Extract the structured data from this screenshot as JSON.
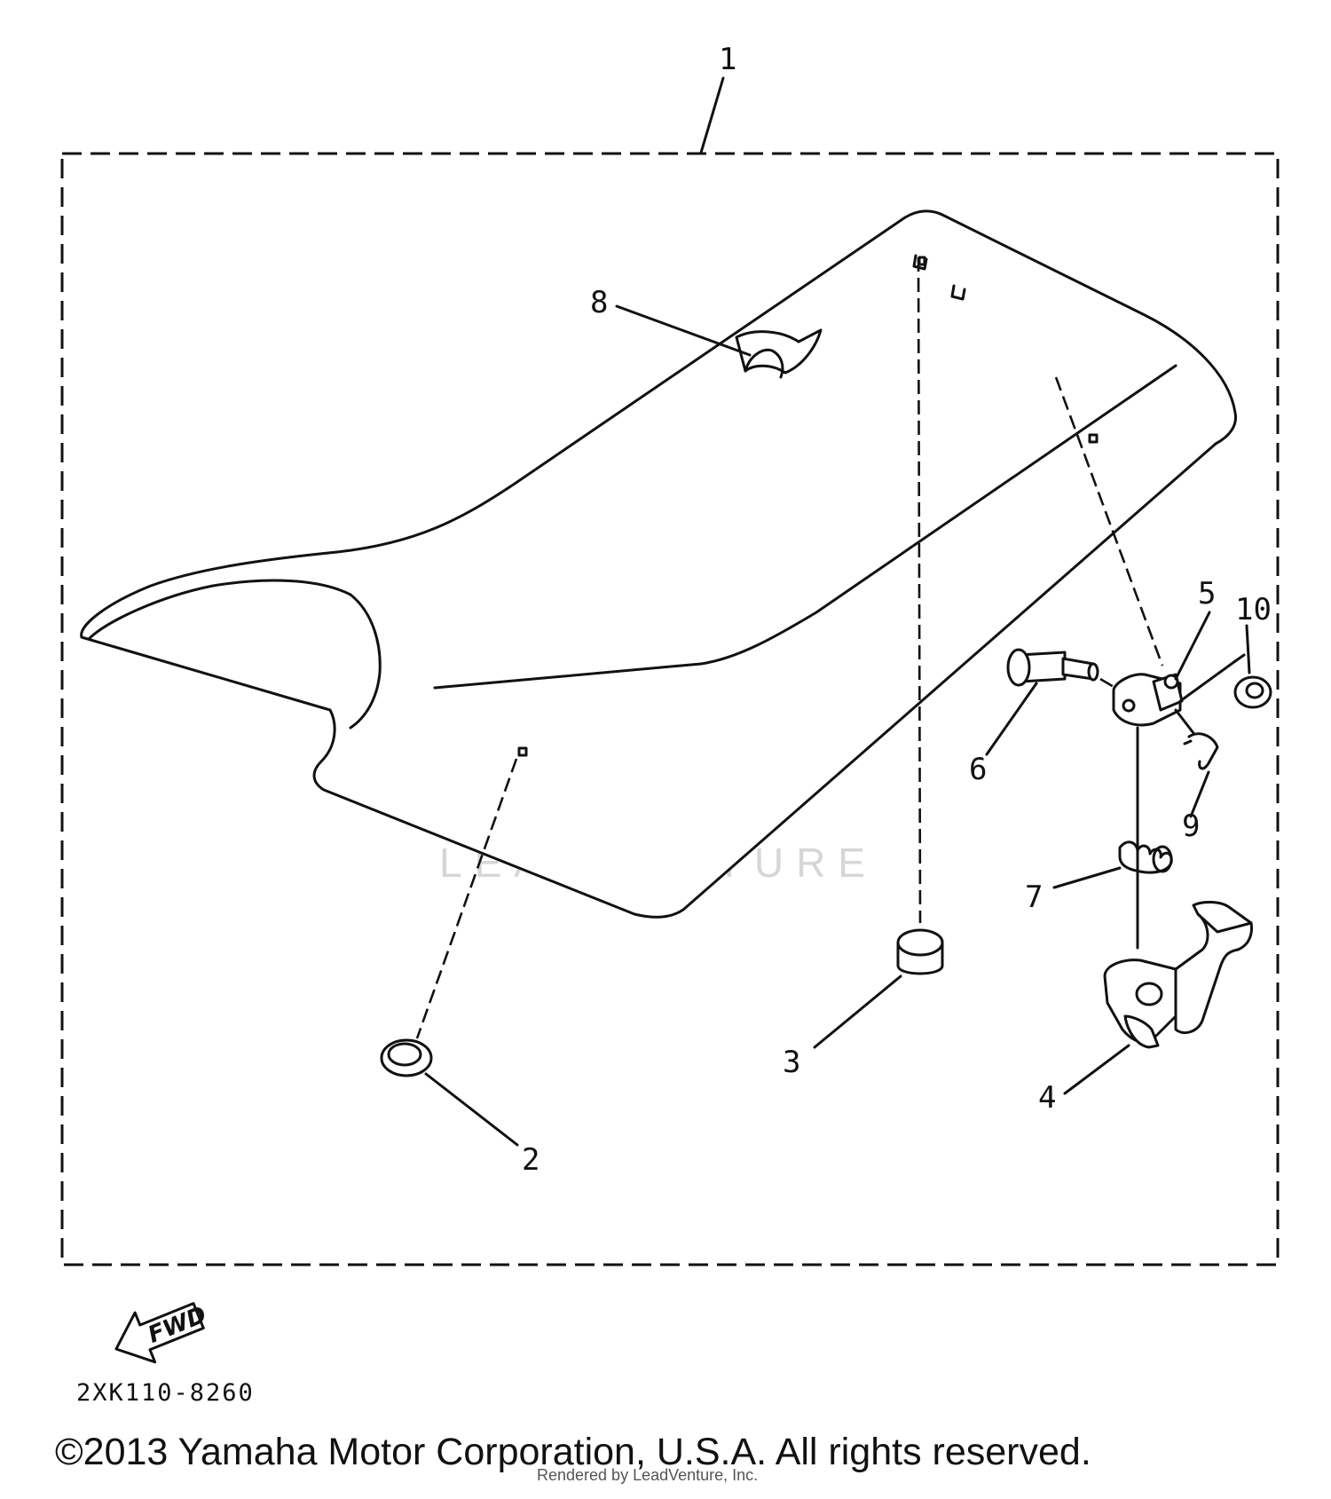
{
  "diagram": {
    "callouts": {
      "c1": "1",
      "c2": "2",
      "c3": "3",
      "c4": "4",
      "c5": "5",
      "c6": "6",
      "c7": "7",
      "c8": "8",
      "c9": "9",
      "c10": "10"
    },
    "direction_marker": "FWD",
    "diagram_code": "2XK110-8260",
    "watermark": "LEADVENTURE"
  },
  "footer": {
    "copyright": "©2013 Yamaha Motor Corporation, U.S.A. All rights reserved.",
    "rendered_by": "Rendered by LeadVenture, Inc."
  }
}
